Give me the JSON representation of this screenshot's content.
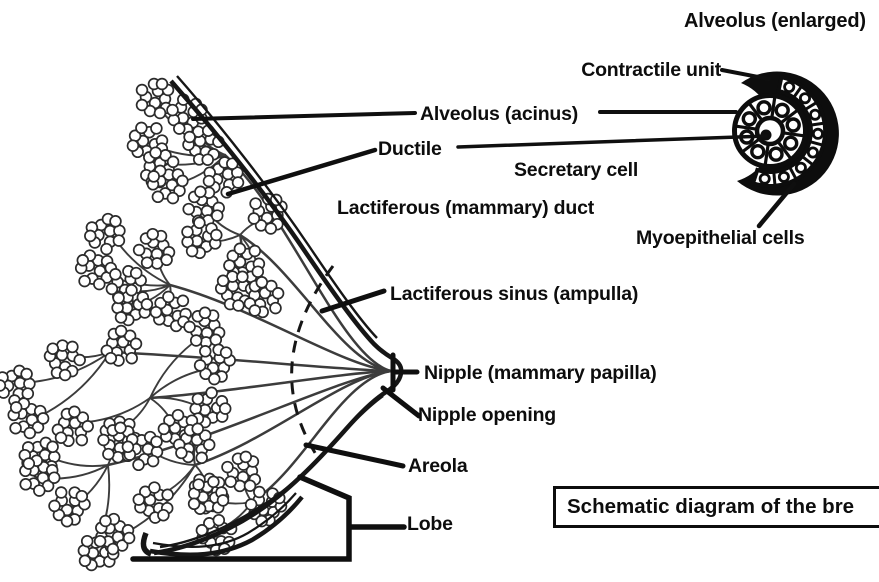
{
  "figure": {
    "inset_title": "Alveolus (enlarged)",
    "labels": {
      "contractile_unit": "Contractile unit",
      "alveolus_acinus": "Alveolus (acinus)",
      "ductile": "Ductile",
      "secretary_cell": "Secretary cell",
      "lactiferous_duct": "Lactiferous (mammary) duct",
      "lactiferous_sinus": "Lactiferous sinus (ampulla)",
      "nipple": "Nipple (mammary papilla)",
      "nipple_opening": "Nipple opening",
      "areola": "Areola",
      "lobe": "Lobe",
      "myoepithelial_cells": "Myoepithelial cells"
    },
    "caption": "Schematic diagram of the bre",
    "colors": {
      "ink": "#0d0d0d",
      "duct_line": "#3c3c3c",
      "background": "#ffffff"
    }
  }
}
